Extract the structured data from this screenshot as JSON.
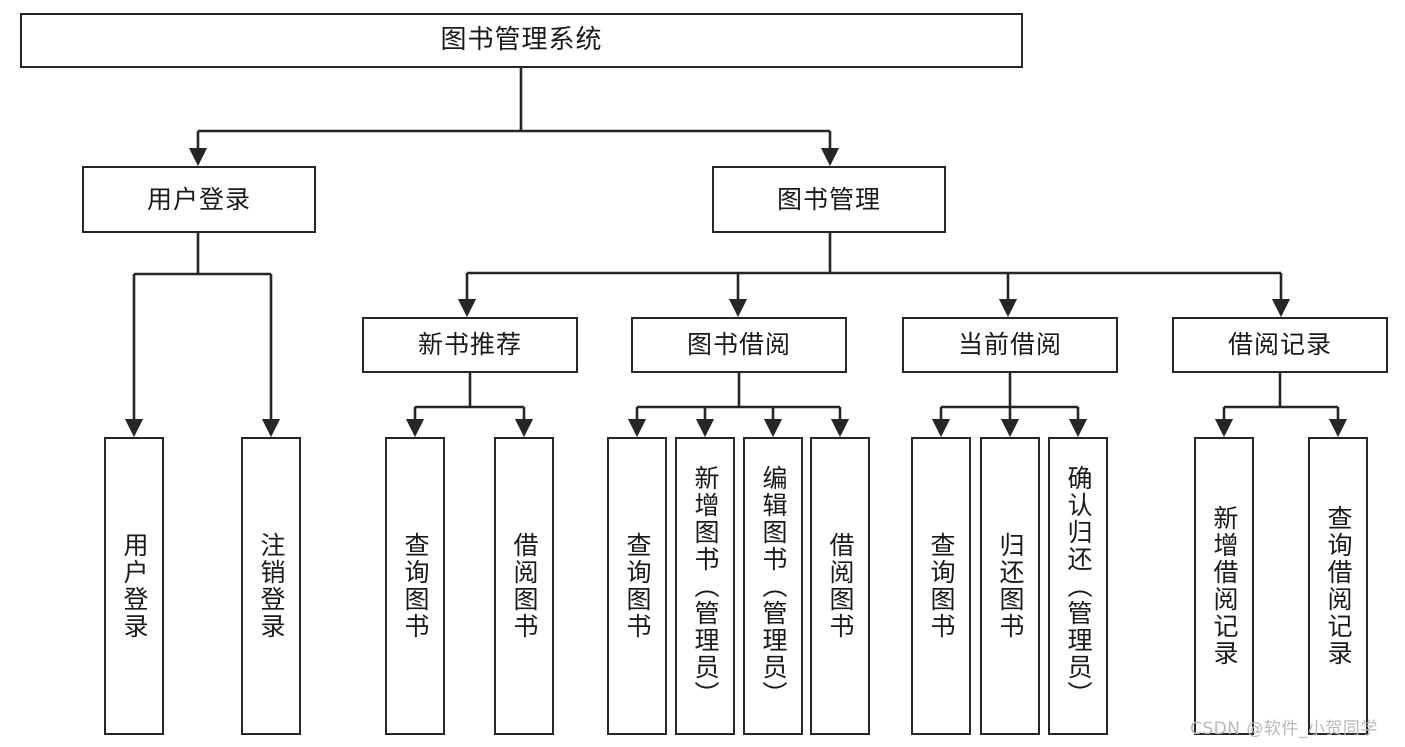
{
  "diagram": {
    "title": "图书管理系统",
    "type": "tree-hierarchy-chart",
    "root": {
      "label": "图书管理系统"
    },
    "level2": [
      {
        "label": "用户登录"
      },
      {
        "label": "图书管理"
      }
    ],
    "level3": [
      {
        "label": "新书推荐"
      },
      {
        "label": "图书借阅"
      },
      {
        "label": "当前借阅"
      },
      {
        "label": "借阅记录"
      }
    ],
    "leaves": {
      "user_login": [
        {
          "label": "用户登录"
        },
        {
          "label": "注销登录"
        }
      ],
      "new_book_recommend": [
        {
          "label": "查询图书"
        },
        {
          "label": "借阅图书"
        }
      ],
      "book_borrow": [
        {
          "label": "查询图书"
        },
        {
          "label": "新增图书（管理员）"
        },
        {
          "label": "编辑图书（管理员）"
        },
        {
          "label": "借阅图书"
        }
      ],
      "current_borrow": [
        {
          "label": "查询图书"
        },
        {
          "label": "归还图书"
        },
        {
          "label": "确认归还（管理员）"
        }
      ],
      "borrow_record": [
        {
          "label": "新增借阅记录"
        },
        {
          "label": "查询借阅记录"
        }
      ]
    }
  },
  "watermark": {
    "text": "CSDN @软件_小贺同学"
  },
  "colors": {
    "box_border": "#262626",
    "box_fill": "#ffffff",
    "connector": "#262626",
    "text": "#1a1a1a",
    "watermark": "#b9b9b9"
  }
}
